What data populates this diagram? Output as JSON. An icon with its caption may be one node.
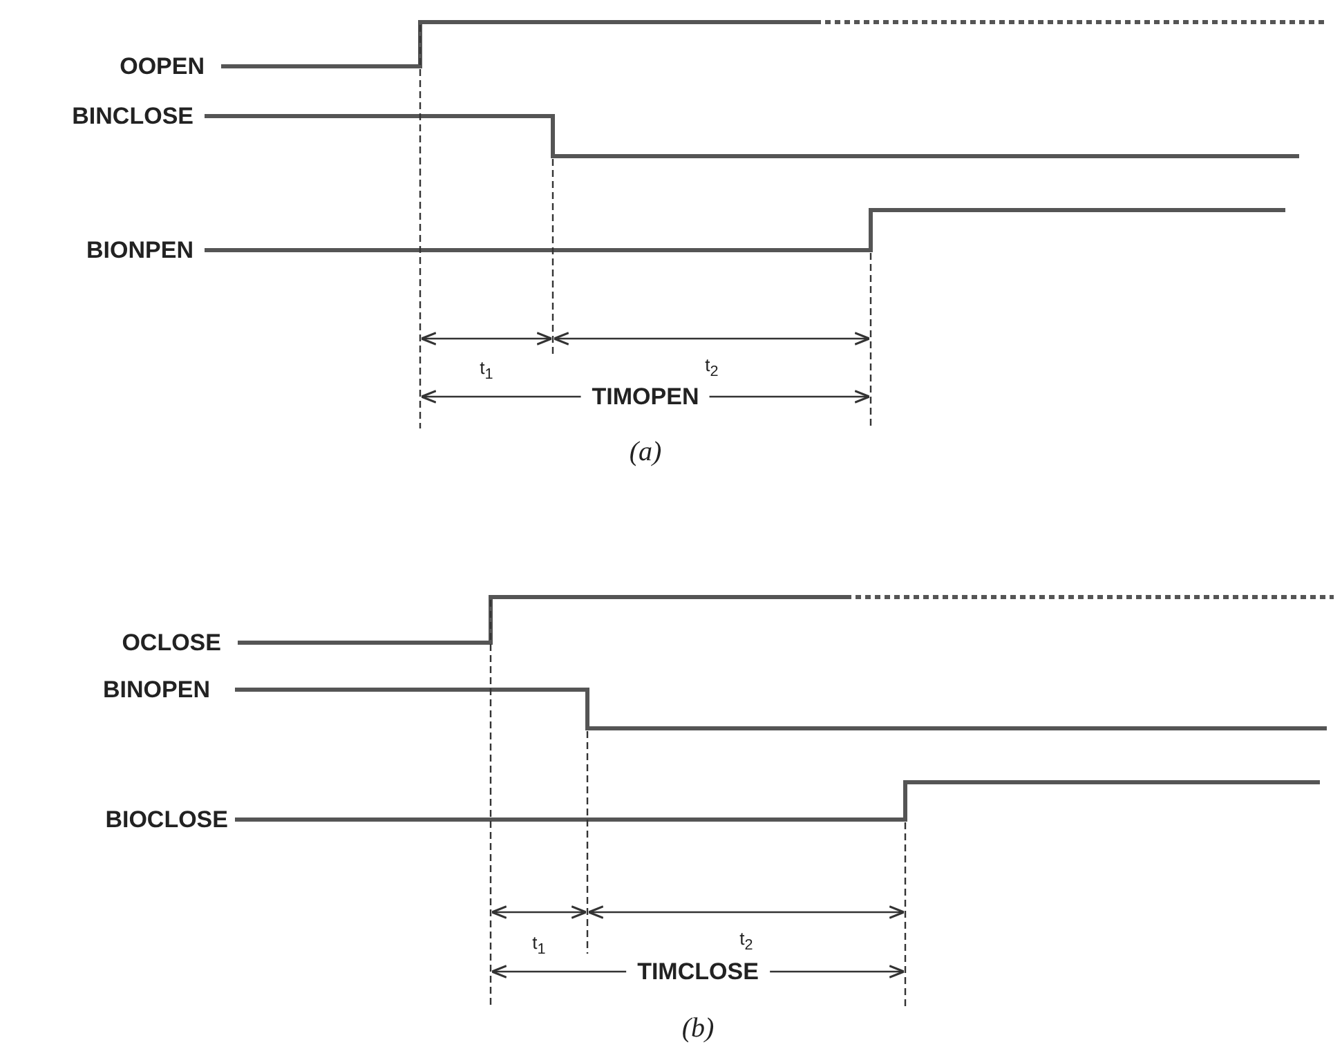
{
  "diagram": {
    "labels": [
      "OOPEN",
      "BINCLOSE",
      "BIONPEN",
      "t$_{1}$",
      "t$_{2}$",
      "TIMOPEN",
      "(a)",
      "OCLOSE",
      "BINOPEN",
      "BIOCLOSE",
      "t$_{1}$",
      "t$_{2}$",
      "TIMCLOSE",
      "(b)"
    ]
  }
}
